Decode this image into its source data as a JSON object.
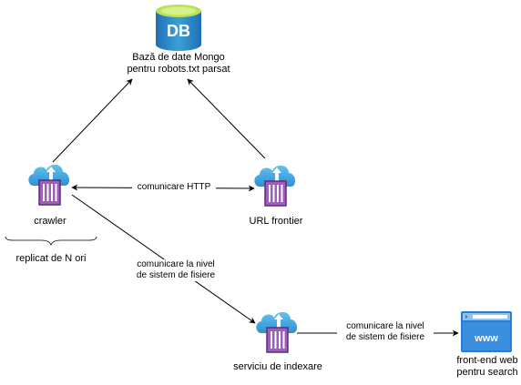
{
  "nodes": {
    "database": {
      "icon_text": "DB",
      "label_line1": "Bază de date Mongo",
      "label_line2": "pentru robots.txt parsat"
    },
    "crawler": {
      "label": "crawler"
    },
    "url_frontier": {
      "label": "URL frontier"
    },
    "indexer": {
      "label": "serviciu de indexare"
    },
    "frontend": {
      "icon_text": "www",
      "label_line1": "front-end web",
      "label_line2": "pentru search"
    }
  },
  "annotations": {
    "replicated": "replicat de N ori"
  },
  "edges": {
    "crawler_frontier": {
      "label": "comunicare HTTP"
    },
    "crawler_indexer": {
      "label_line1": "comunicare la nivel",
      "label_line2": "de sistem de fisiere"
    },
    "indexer_frontend": {
      "label_line1": "comunicare la nivel",
      "label_line2": "de sistem de fisiere"
    }
  },
  "colors": {
    "cloud_light": "#62c2ee",
    "cloud_dark": "#2f8fd4",
    "container_fill": "#9f5fb8",
    "container_stroke": "#5a2d7a",
    "db_top": "#bde05c",
    "db_body_light": "#3aa0d8",
    "db_body_dark": "#1f6fb5",
    "web_blue": "#2a7bd2"
  }
}
